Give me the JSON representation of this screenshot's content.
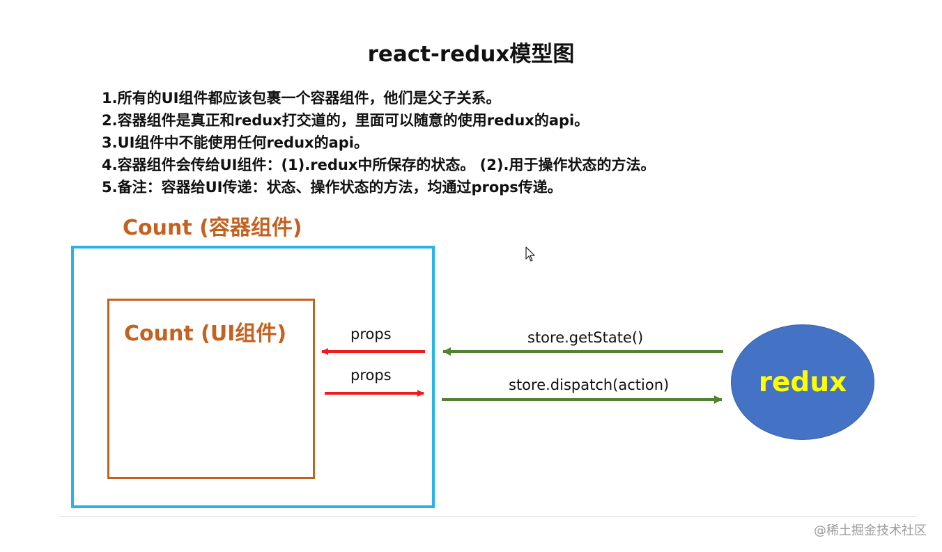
{
  "title": "react-redux模型图",
  "notes": [
    "1.所有的UI组件都应该包裹一个容器组件，他们是父子关系。",
    "2.容器组件是真正和redux打交道的，里面可以随意的使用redux的api。",
    "3.UI组件中不能使用任何redux的api。",
    "4.容器组件会传给UI组件：(1).redux中所保存的状态。  (2).用于操作状态的方法。",
    "5.备注：容器给UI传递：状态、操作状态的方法，均通过props传递。"
  ],
  "diagram": {
    "container_label": "Count (容器组件)",
    "ui_label": "Count (UI组件)",
    "redux_label": "redux",
    "arrows": {
      "props_top": "props",
      "props_bottom": "props",
      "get_state": "store.getState()",
      "dispatch": "store.dispatch(action)"
    },
    "colors": {
      "container_border": "#27b3e8",
      "ui_border": "#c5611f",
      "label_orange": "#c5611f",
      "props_arrow": "#ee1c1c",
      "store_arrow": "#548235",
      "redux_fill": "#4472c4",
      "redux_text": "#ffff00"
    }
  },
  "watermark": "@稀土掘金技术社区"
}
